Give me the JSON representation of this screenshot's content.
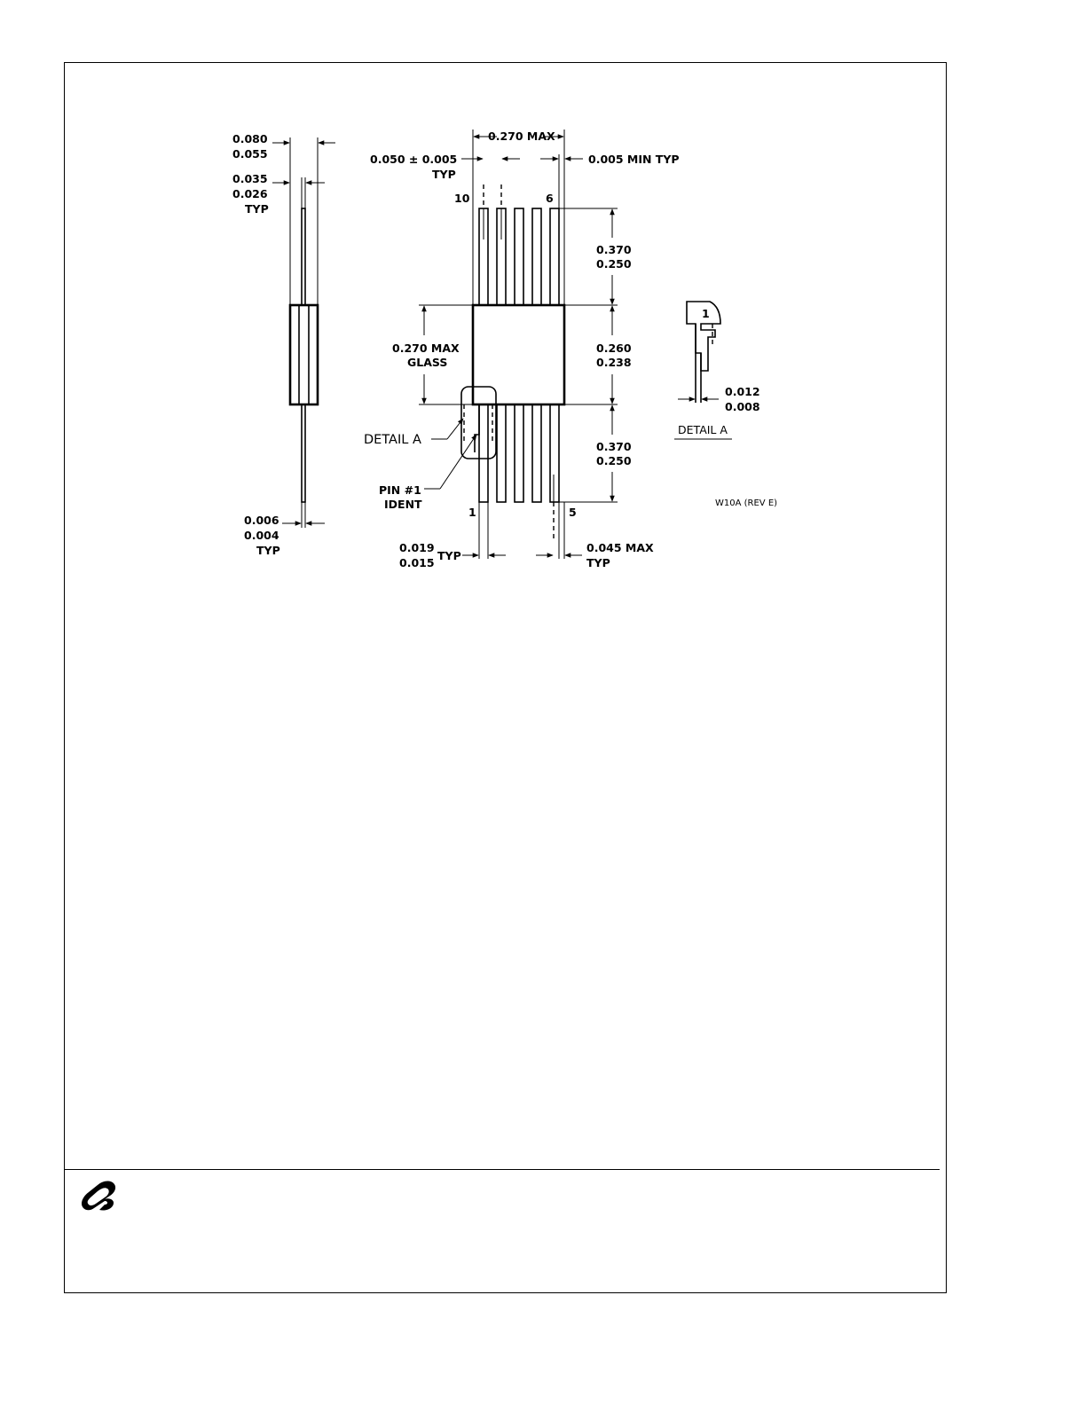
{
  "side_view": {
    "dim_body_thickness": [
      "0.080",
      "0.055"
    ],
    "dim_lead_offset": [
      "0.035",
      "0.026",
      "TYP"
    ],
    "dim_lead_thickness": [
      "0.006",
      "0.004",
      "TYP"
    ]
  },
  "top_view": {
    "dim_body_width": "0.270 MAX",
    "dim_pitch": [
      "0.050 ± 0.005",
      "TYP"
    ],
    "dim_lead_gap": "0.005 MIN TYP",
    "pin_labels": {
      "top_left": "10",
      "top_right": "6",
      "bottom_left": "1",
      "bottom_right": "5"
    },
    "dim_lead_length_top": [
      "0.370",
      "0.250"
    ],
    "dim_body_length": [
      "0.260",
      "0.238"
    ],
    "dim_lead_length_bottom": [
      "0.370",
      "0.250"
    ],
    "dim_glass": [
      "0.270 MAX",
      "GLASS"
    ],
    "detail_callout": "DETAIL A",
    "pin_ident": [
      "PIN #1",
      "IDENT"
    ],
    "dim_lead_width": [
      "0.019",
      "0.015",
      "TYP"
    ],
    "dim_end_lead": [
      "0.045 MAX",
      "TYP"
    ]
  },
  "detail_view": {
    "pin_number": "1",
    "dim_step": [
      "0.012",
      "0.008"
    ],
    "title": "DETAIL A"
  },
  "drawing_id": "W10A (REV E)",
  "logo": {
    "name": "national-semiconductor-logo-icon"
  }
}
